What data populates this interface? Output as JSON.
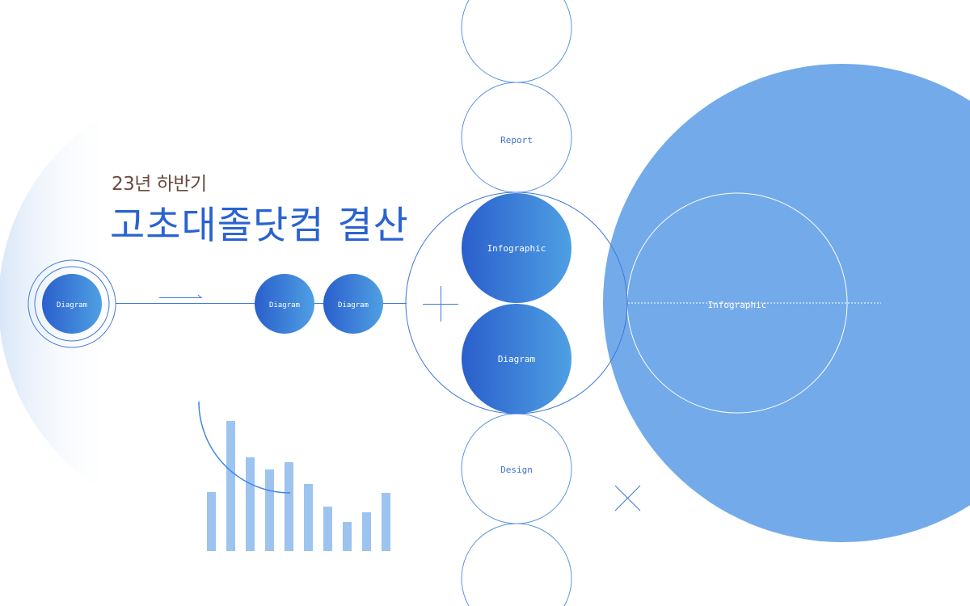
{
  "header": {
    "subtitle": "23년 하반기",
    "title": "고초대졸닷컴 결산"
  },
  "nodes": {
    "left_main": "Diagram",
    "row_1": "Diagram",
    "row_2": "Diagram",
    "col_report": "Report",
    "col_infographic": "Infographic",
    "col_diagram": "Diagram",
    "col_design": "Design",
    "big_circle": "Infographic"
  },
  "colors": {
    "accent_dark": "#2a5fcc",
    "accent_light": "#4fa0e3",
    "big_circle": "#73aaea",
    "bars": "#9dc3ef",
    "outline": "#3f78d8",
    "subtitle": "#6b4a3f"
  },
  "bar_chart": {
    "type": "bar",
    "values": [
      73,
      161,
      116,
      101,
      110,
      83,
      55,
      36,
      48,
      72
    ]
  }
}
